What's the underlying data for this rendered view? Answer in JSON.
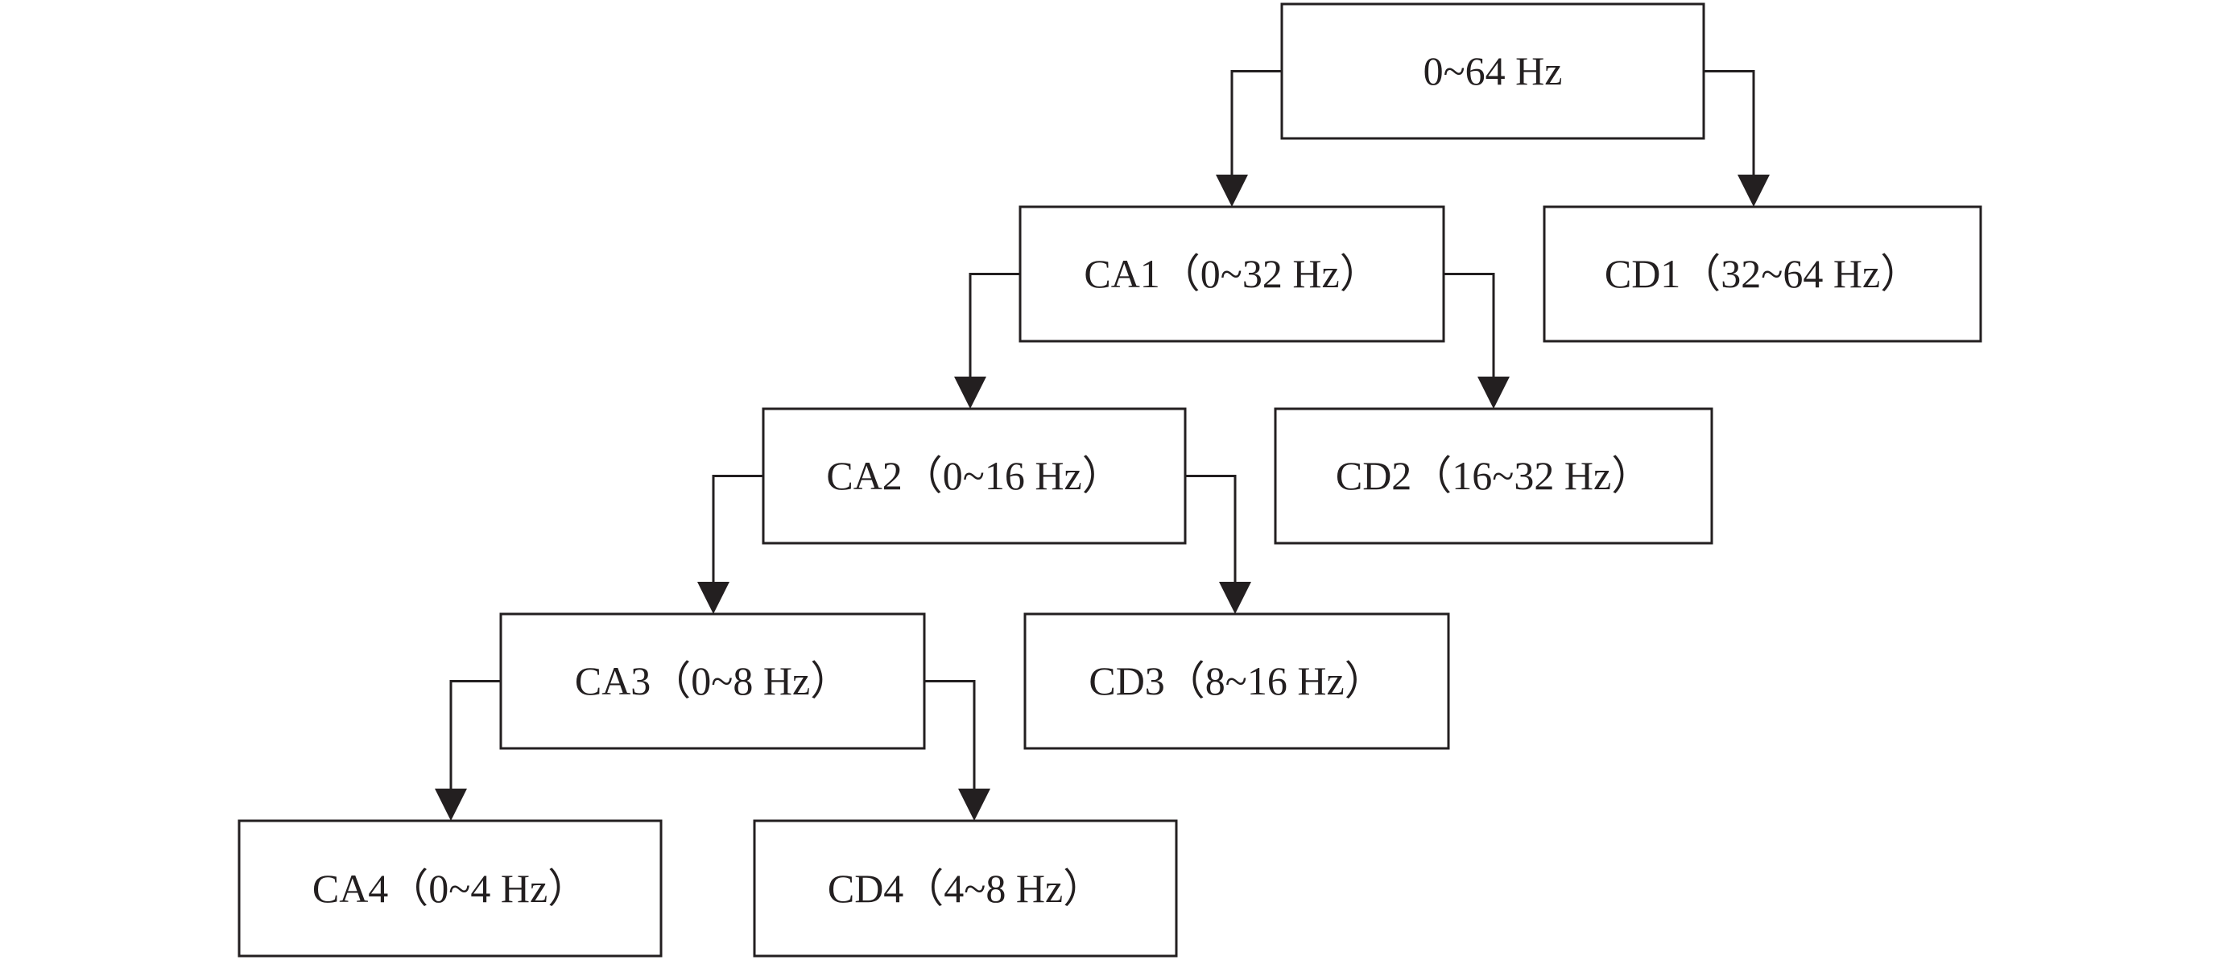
{
  "diagram": {
    "colors": {
      "line": "#231f20",
      "box_fill": "#ffffff",
      "background": "#ffffff"
    },
    "nodes": [
      {
        "id": "root",
        "label": "0~64 Hz"
      },
      {
        "id": "ca1",
        "label": "CA1（0~32 Hz）"
      },
      {
        "id": "cd1",
        "label": "CD1（32~64 Hz）"
      },
      {
        "id": "ca2",
        "label": "CA2（0~16 Hz）"
      },
      {
        "id": "cd2",
        "label": "CD2（16~32 Hz）"
      },
      {
        "id": "ca3",
        "label": "CA3（0~8 Hz）"
      },
      {
        "id": "cd3",
        "label": "CD3（8~16 Hz）"
      },
      {
        "id": "ca4",
        "label": "CA4（0~4 Hz）"
      },
      {
        "id": "cd4",
        "label": "CD4（4~8 Hz）"
      }
    ],
    "edges": [
      {
        "from": "root",
        "to": "ca1"
      },
      {
        "from": "root",
        "to": "cd1"
      },
      {
        "from": "ca1",
        "to": "ca2"
      },
      {
        "from": "ca1",
        "to": "cd2"
      },
      {
        "from": "ca2",
        "to": "ca3"
      },
      {
        "from": "ca2",
        "to": "cd3"
      },
      {
        "from": "ca3",
        "to": "ca4"
      },
      {
        "from": "ca3",
        "to": "cd4"
      }
    ]
  }
}
